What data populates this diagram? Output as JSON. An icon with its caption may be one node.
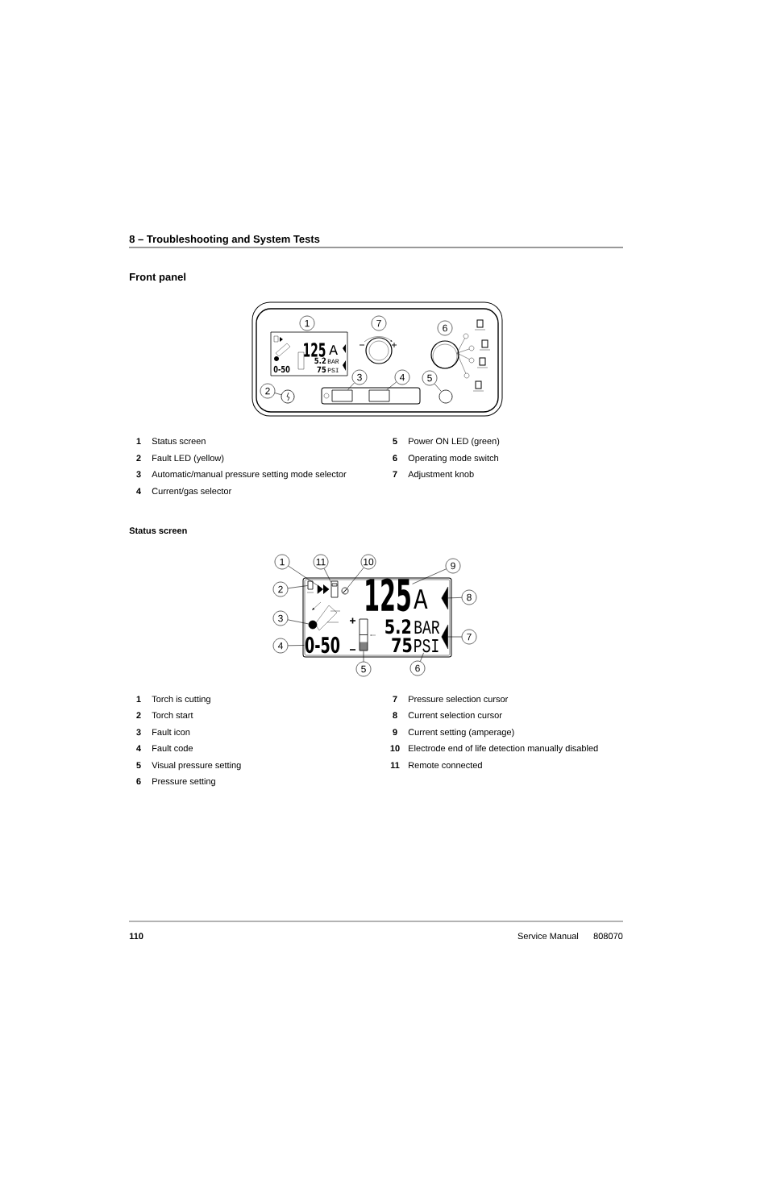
{
  "diagram": {
    "title": "8 – Troubleshooting and System Tests",
    "nodes": [
      {
        "text": [
          "1"
        ]
      },
      {
        "text": [
          "2"
        ]
      },
      {
        "text": [
          "3"
        ]
      },
      {
        "text": [
          "4"
        ]
      },
      {
        "text": [
          "5"
        ]
      },
      {
        "text": [
          "6"
        ]
      },
      {
        "text": [
          "7"
        ]
      },
      {
        "text": [
          "1"
        ]
      },
      {
        "text": [
          "11"
        ]
      },
      {
        "text": [
          "10"
        ]
      },
      {
        "text": [
          "9"
        ]
      },
      {
        "text": [
          "2"
        ]
      },
      {
        "text": [
          "8"
        ]
      },
      {
        "text": [
          "3"
        ]
      },
      {
        "text": [
          "7"
        ]
      },
      {
        "text": [
          "4"
        ]
      },
      {
        "text": [
          "5"
        ]
      },
      {
        "text": [
          "6"
        ]
      },
      {
        "text": [],
        "shape": "circle"
      },
      {
        "text": [],
        "shape": "box"
      },
      {
        "text": [],
        "shape": "box"
      },
      {
        "text": [],
        "shape": "circle"
      },
      {
        "text": [],
        "shape": "triangle"
      },
      {
        "text": [],
        "shape": "box"
      },
      {
        "text": [],
        "shape": "circle"
      },
      {
        "text": [
          "125"
        ]
      },
      {
        "text": [],
        "shape": "box"
      },
      {
        "text": [],
        "shape": "triangle"
      },
      {
        "text": [],
        "shape": "circle"
      },
      {
        "text": [],
        "shape": "triangle"
      },
      {
        "text": [
          "0-50"
        ]
      },
      {
        "text": [],
        "shape": "box"
      },
      {
        "text": [
          "PSI"
        ]
      }
    ],
    "edges": [
      {
        "from": 1,
        "to": 18,
        "arrow": "none"
      },
      {
        "from": 2,
        "to": 19,
        "arrow": "none"
      },
      {
        "from": 3,
        "to": 20,
        "arrow": "none"
      },
      {
        "from": 4,
        "to": 21,
        "arrow": "none"
      },
      {
        "from": 7,
        "to": 22,
        "arrow": "none"
      },
      {
        "from": 8,
        "to": 23,
        "arrow": "none"
      },
      {
        "from": 9,
        "to": 24,
        "arrow": "none"
      },
      {
        "from": 10,
        "to": 25,
        "arrow": "none"
      },
      {
        "from": 11,
        "to": 26,
        "arrow": "none"
      },
      {
        "from": 12,
        "to": 27,
        "arrow": "none"
      },
      {
        "from": 13,
        "to": 28,
        "arrow": "none"
      },
      {
        "from": 14,
        "to": 29,
        "arrow": "none"
      },
      {
        "from": 15,
        "to": 30,
        "arrow": "none"
      },
      {
        "from": 16,
        "to": 31,
        "arrow": "none"
      },
      {
        "from": 17,
        "to": 32,
        "arrow": "none"
      }
    ],
    "labels": [
      "Front panel",
      "125",
      "A",
      "5.2",
      "BAR",
      "0-50",
      "75",
      "PSI",
      "1",
      "Status screen",
      "5",
      "Power ON LED (green)",
      "2",
      "Fault LED (yellow)",
      "6",
      "Operating mode switch",
      "3",
      "Automatic/manual pressure setting mode selector",
      "7",
      "Adjustment knob",
      "4",
      "Current/gas selector",
      "Status screen",
      "A",
      "5.2",
      "BAR",
      "75",
      "1",
      "Torch is cutting",
      "7",
      "Pressure selection cursor",
      "2",
      "Torch start",
      "8",
      "Current selection cursor",
      "3",
      "Fault icon",
      "9",
      "Current setting (amperage)",
      "4",
      "Fault code",
      "10",
      "Electrode end of life detection manually disabled",
      "5",
      "Visual pressure setting",
      "11",
      "Remote connected",
      "6",
      "Pressure setting",
      "110",
      "Service Manual",
      "808070"
    ]
  }
}
